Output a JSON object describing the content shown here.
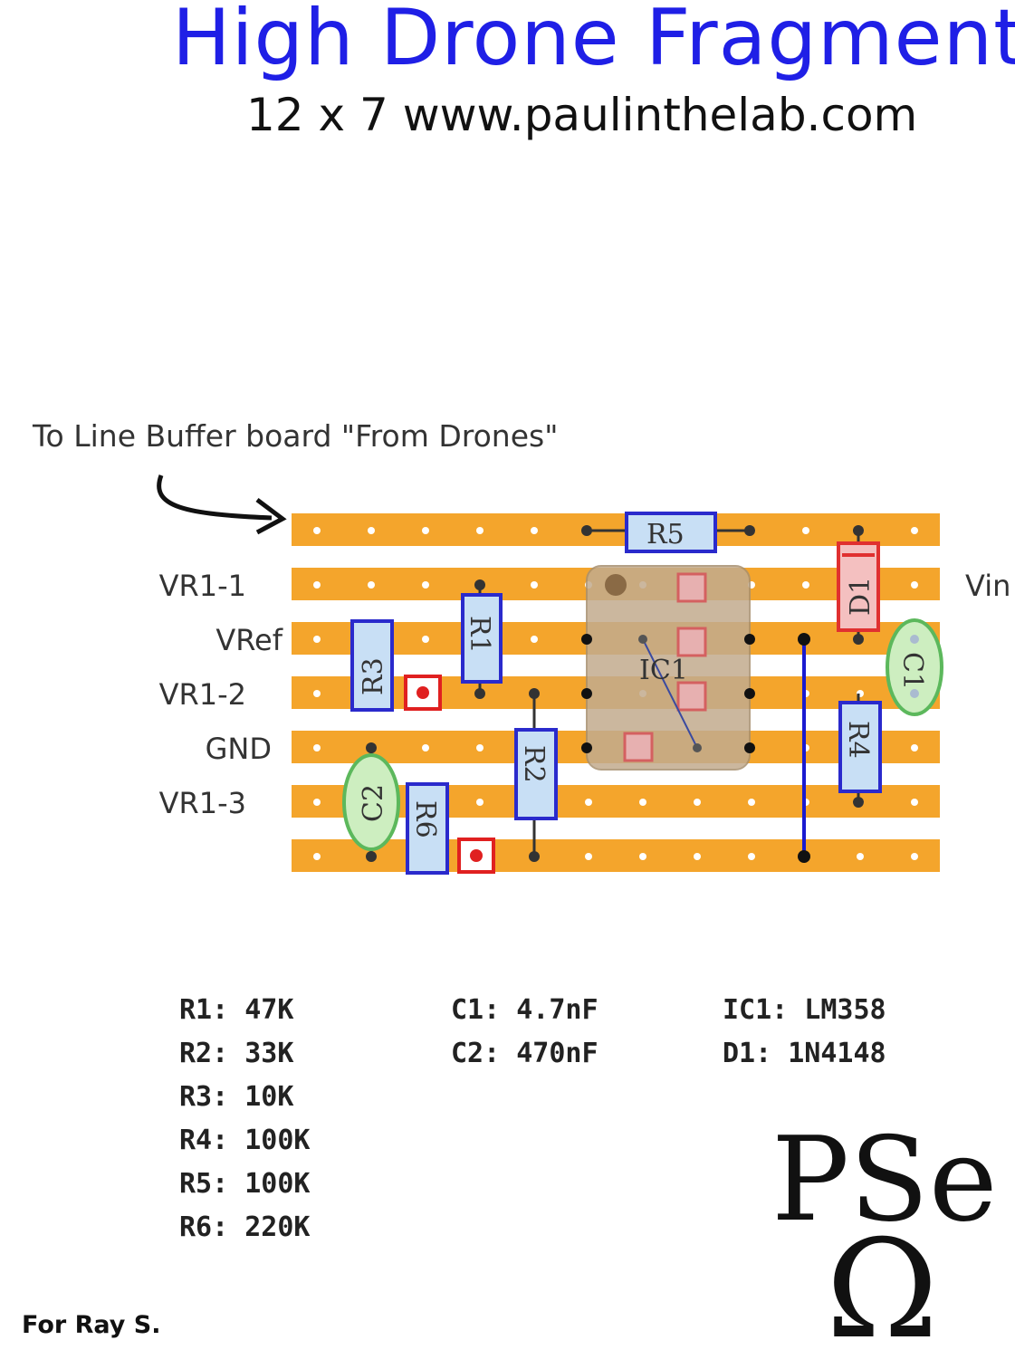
{
  "title": "High Drone Fragment",
  "subtitle": "12 x 7 www.paulinthelab.com",
  "note": "To Line Buffer board \"From Drones\"",
  "row_labels": [
    "VR1-1",
    "VRef",
    "VR1-2",
    "GND",
    "VR1-3"
  ],
  "vin_label": "Vin",
  "components": {
    "R1": "R1",
    "R2": "R2",
    "R3": "R3",
    "R4": "R4",
    "R5": "R5",
    "R6": "R6",
    "C1": "C1",
    "C2": "C2",
    "IC1": "IC1",
    "D1": "D1"
  },
  "bom": {
    "col1": [
      "R1: 47K",
      "R2: 33K",
      "R3: 10K",
      "R4: 100K",
      "R5: 100K",
      "R6: 220K"
    ],
    "col2": [
      "C1: 4.7nF",
      "C2: 470nF"
    ],
    "col3": [
      "IC1: LM358",
      "D1: 1N4148"
    ]
  },
  "footer": "For Ray S.",
  "logo": {
    "top": "PSe",
    "bottom": "Ω"
  },
  "colors": {
    "title": "#1f1fe6",
    "strip": "#f4a52c",
    "resistor_fill": "#c8dff5",
    "resistor_border": "#2a2acc",
    "cap_fill": "#cdeec0",
    "cap_border": "#5cb85c",
    "diode_fill": "#f4c0c0",
    "diode_border": "#e03030",
    "ic_fill": "#c2ab8e",
    "wire": "#1a1ad0"
  }
}
